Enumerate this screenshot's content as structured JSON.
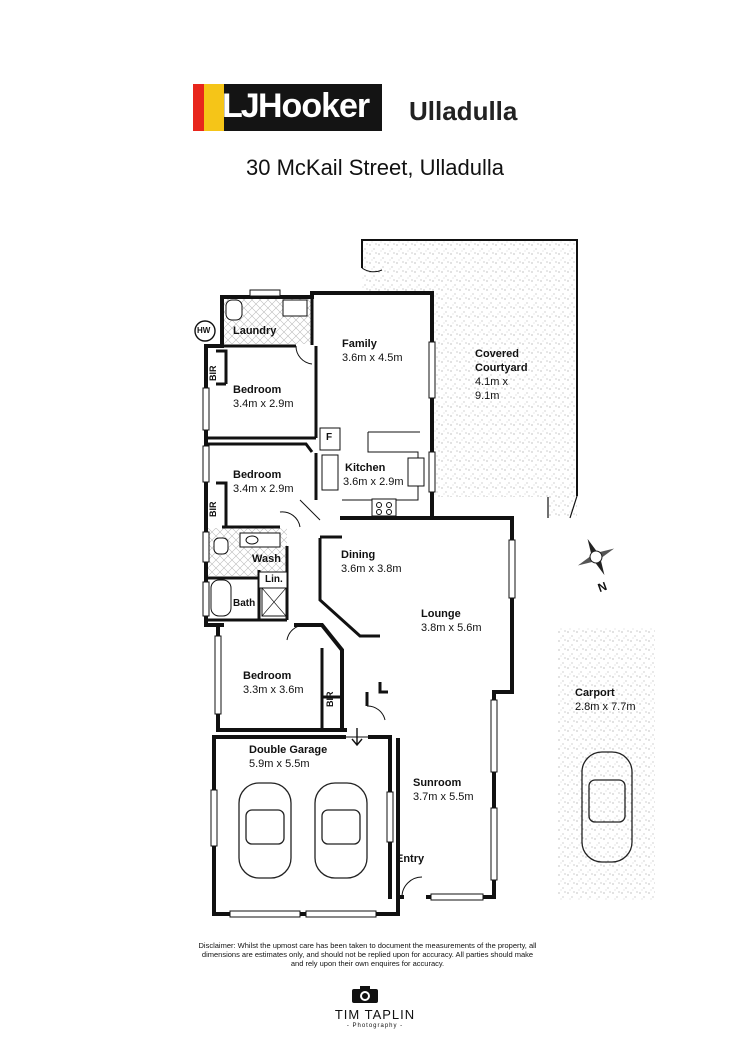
{
  "header": {
    "logo_lj": "LJ",
    "logo_hooker": "Hooker",
    "office": "Ulladulla",
    "address": "30 McKail Street, Ulladulla"
  },
  "rooms": [
    {
      "id": "laundry",
      "name": "Laundry",
      "dims": ""
    },
    {
      "id": "family",
      "name": "Family",
      "dims": "3.6m x 4.5m"
    },
    {
      "id": "courtyard",
      "name": "Covered Courtyard",
      "dims": "4.1m x 9.1m"
    },
    {
      "id": "bedroom1",
      "name": "Bedroom",
      "dims": "3.4m x 2.9m"
    },
    {
      "id": "bedroom2",
      "name": "Bedroom",
      "dims": "3.4m x 2.9m"
    },
    {
      "id": "kitchen",
      "name": "Kitchen",
      "dims": "3.6m x 2.9m"
    },
    {
      "id": "dining",
      "name": "Dining",
      "dims": "3.6m x 3.8m"
    },
    {
      "id": "lounge",
      "name": "Lounge",
      "dims": "3.8m x 5.6m"
    },
    {
      "id": "bedroom3",
      "name": "Bedroom",
      "dims": "3.3m x 3.6m"
    },
    {
      "id": "garage",
      "name": "Double Garage",
      "dims": "5.9m x 5.5m"
    },
    {
      "id": "sunroom",
      "name": "Sunroom",
      "dims": "3.7m x 5.5m"
    },
    {
      "id": "carport",
      "name": "Carport",
      "dims": "2.8m x 7.7m"
    }
  ],
  "small_labels": {
    "hw": "HW",
    "bir": "BIR",
    "wash": "Wash",
    "lin": "Lin.",
    "bath": "Bath",
    "fridge": "F",
    "entry": "Entry",
    "north": "N",
    "courtyard_line1": "Covered",
    "courtyard_line2": "Courtyard",
    "courtyard_line3": "4.1m x",
    "courtyard_line4": "9.1m"
  },
  "disclaimer": "Disclaimer: Whilst the upmost care has been taken to document the measurements of the property, all dimensions are estimates only, and should not be replied upon for accuracy.  All parties should make and rely upon their own enquires for accuracy.",
  "photographer": {
    "name": "TIM TAPLIN",
    "sub": "- Photography -"
  }
}
